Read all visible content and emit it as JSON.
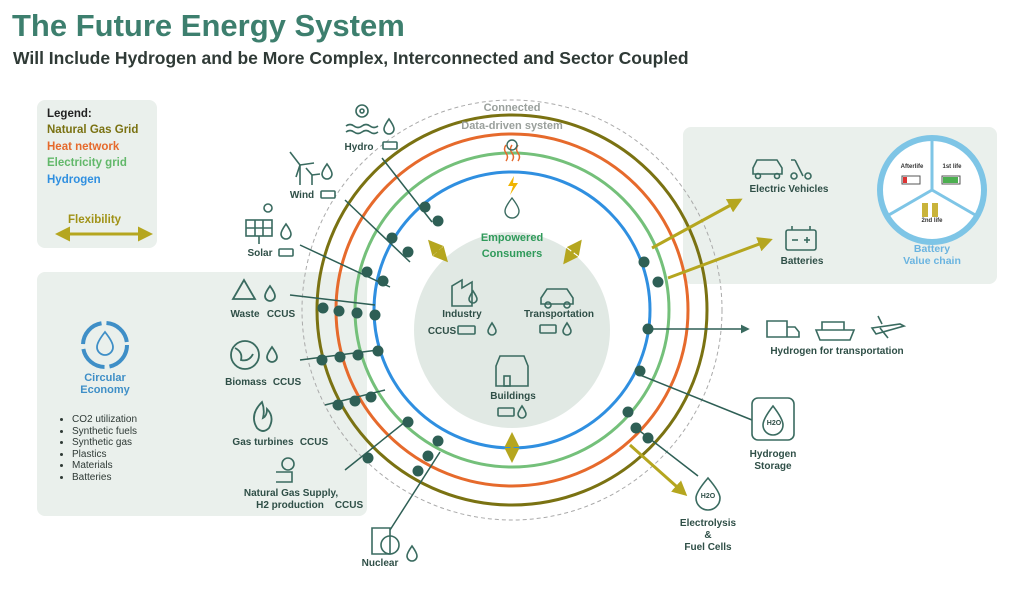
{
  "header": {
    "title": "The Future Energy System",
    "subtitle": "Will Include Hydrogen and be More Complex, Interconnected and Sector Coupled"
  },
  "legend": {
    "heading": "Legend:",
    "items": [
      {
        "label": "Natural Gas Grid",
        "color": "#7a7212"
      },
      {
        "label": "Heat network",
        "color": "#e66a2c"
      },
      {
        "label": "Electricity grid",
        "color": "#74c07a"
      },
      {
        "label": "Hydrogen",
        "color": "#2f8fe0"
      }
    ],
    "flex_label": "Flexibility",
    "flex_color": "#b5a61f"
  },
  "center": {
    "connected": "Connected",
    "data_driven": "Data-driven system",
    "empowered": "Empowered",
    "consumers": "Consumers",
    "industry": "Industry",
    "ccus": "CCUS",
    "transportation": "Transportation",
    "buildings": "Buildings"
  },
  "sources": {
    "hydro": "Hydro",
    "wind": "Wind",
    "solar": "Solar",
    "waste": "Waste",
    "biomass": "Biomass",
    "gas_turbines": "Gas turbines",
    "natural_gas_line1": "Natural Gas Supply,",
    "natural_gas_line2": "H2 production",
    "ccus": "CCUS",
    "nuclear": "Nuclear"
  },
  "circular": {
    "title_line1": "Circular",
    "title_line2": "Economy",
    "items": [
      "CO2 utilization",
      "Synthetic fuels",
      "Synthetic gas",
      "Plastics",
      "Materials",
      "Batteries"
    ]
  },
  "right": {
    "electric_vehicles": "Electric Vehicles",
    "batteries": "Batteries",
    "battery_chain_line1": "Battery",
    "battery_chain_line2": "Value chain",
    "afterlife": "Afterlife",
    "first_life": "1st life",
    "second_life": "2nd life",
    "hydrogen_transport": "Hydrogen for transportation",
    "storage_line1": "Hydrogen",
    "storage_line2": "Storage",
    "electrolysis_line1": "Electrolysis",
    "electrolysis_line2": "&",
    "electrolysis_line3": "Fuel Cells",
    "h2o": "H2O"
  },
  "colors": {
    "title": "#3d7f6e",
    "node": "#2e5f55",
    "panel": "#eaf0ec",
    "icon": "#3a6b60",
    "consumers": "#2f9a5a"
  }
}
